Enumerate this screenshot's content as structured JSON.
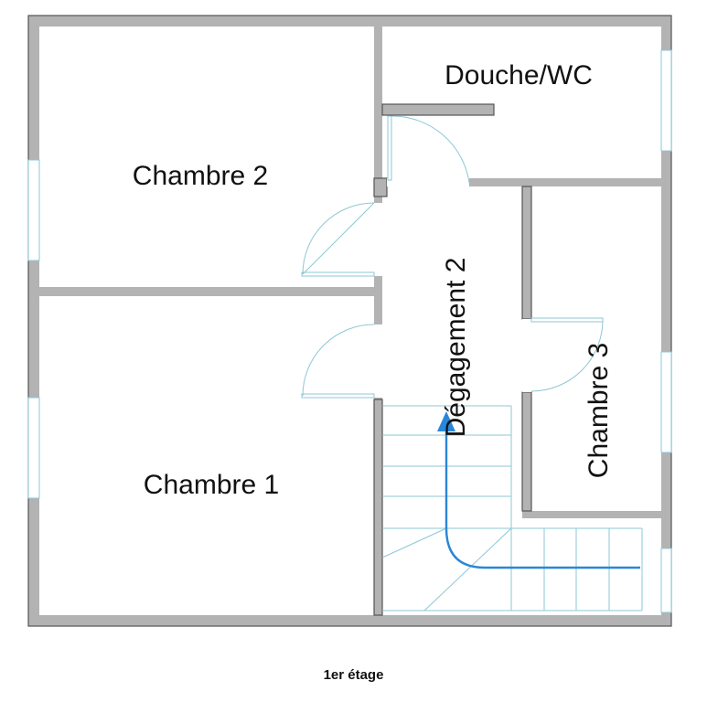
{
  "rooms": {
    "chambre2": "Chambre 2",
    "douche": "Douche/WC",
    "degagement": "Dégagement 2",
    "chambre3": "Chambre 3",
    "chambre1": "Chambre 1"
  },
  "caption": "1er étage",
  "colors": {
    "wall": "#b3b3b3",
    "fixture": "#8ec7d6",
    "stair_arrow": "#2a86d8"
  }
}
